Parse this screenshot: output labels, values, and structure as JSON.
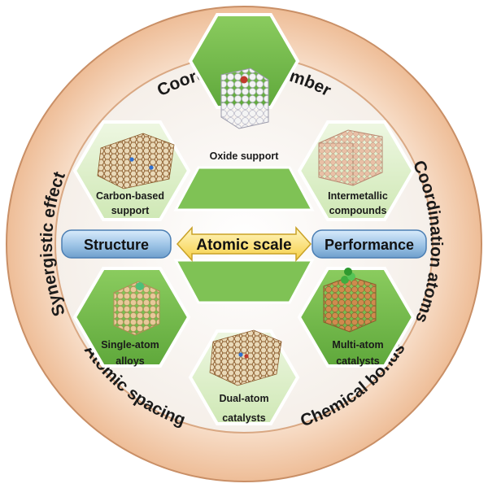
{
  "ring_labels": {
    "top": "Coordination number",
    "right": "Coordination atoms",
    "bottom_right": "Chemical bonds",
    "bottom_left": "Atomic spacing",
    "left": "Synergistic effect"
  },
  "hexagons": {
    "top": {
      "line1": "Oxide support"
    },
    "top_left": {
      "line1": "Carbon-based",
      "line2": "support"
    },
    "top_right": {
      "line1": "Intermetallic",
      "line2": "compounds"
    },
    "bottom_left": {
      "line1": "Single-atom",
      "line2": "alloys"
    },
    "bottom_right": {
      "line1": "Multi-atom",
      "line2": "catalysts"
    },
    "bottom": {
      "line1": "Dual-atom",
      "line2": "catalysts"
    }
  },
  "center": {
    "left_pill": "Structure",
    "arrow_label": "Atomic scale",
    "right_pill": "Performance"
  },
  "colors": {
    "ring": "#f2c9a8",
    "ring_border": "#c98f66",
    "hex_green": "#6fb84a",
    "hex_light": "#dcefc8",
    "pill_blue": "#9cc3e6",
    "arrow_yellow": "#ffe27a"
  }
}
